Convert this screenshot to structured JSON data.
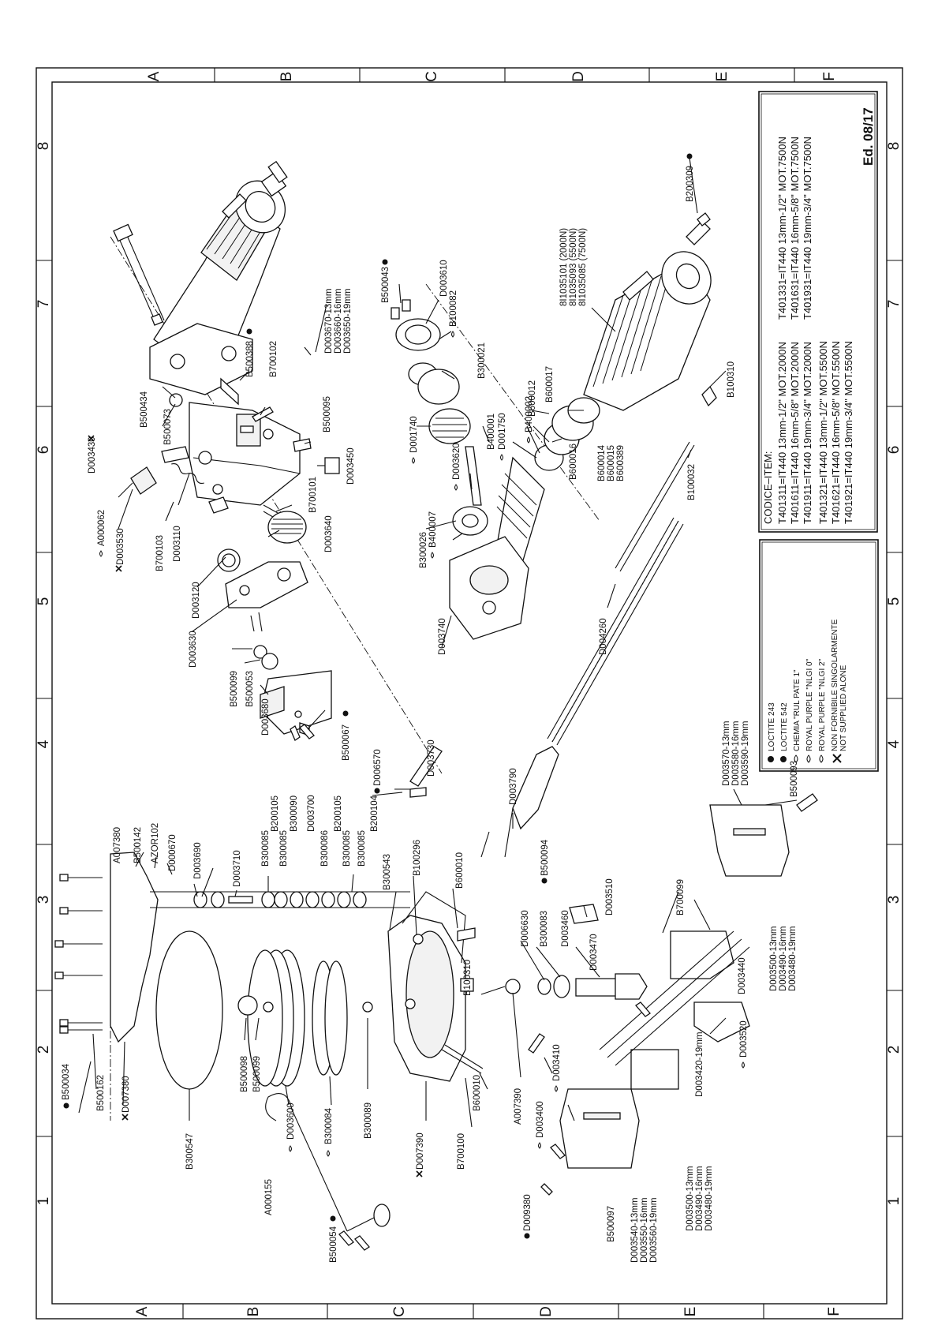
{
  "document": {
    "edition": "Ed. 08/17",
    "grid": {
      "numbers": [
        "1",
        "2",
        "3",
        "4",
        "5",
        "6",
        "7",
        "8"
      ],
      "letters": [
        "A",
        "B",
        "C",
        "D",
        "E",
        "F"
      ]
    }
  },
  "legend": {
    "items": [
      {
        "icon": "dot-icon",
        "text": "LOCTITE 243"
      },
      {
        "icon": "dot-icon",
        "text": "LOCTITE 542"
      },
      {
        "icon": "drop-icon",
        "text": "CHEMIA \"RUL PATE 1\""
      },
      {
        "icon": "drop-icon",
        "text": "ROYAL PURPLE \"NLGI 0\""
      },
      {
        "icon": "drop-icon",
        "text": "ROYAL PURPLE \"NLGI 2\""
      },
      {
        "icon": "cross-icon",
        "text": "NON FORNIBILE SINGOLARMENTE"
      },
      {
        "icon": "",
        "text": "NOT SUPPLIED ALONE"
      }
    ]
  },
  "codes": {
    "header": "CODICE–ITEM:",
    "rows": [
      {
        "a": "T401311=IT440  13mm-1/2\" MOT.2000N",
        "b": "T401331=IT440  13mm-1/2\" MOT.7500N"
      },
      {
        "a": "T401611=IT440  16mm-5/8\" MOT.2000N",
        "b": "T401631=IT440  16mm-5/8\" MOT.7500N"
      },
      {
        "a": "T401911=IT440  19mm-3/4\" MOT.2000N",
        "b": "T401931=IT440  19mm-3/4\" MOT.7500N"
      },
      {
        "a": "T401321=IT440  13mm-1/2\" MOT.5500N",
        "b": ""
      },
      {
        "a": "T401621=IT440  16mm-5/8\" MOT.5500N",
        "b": ""
      },
      {
        "a": "T401921=IT440  19mm-3/4\" MOT.5500N",
        "b": ""
      }
    ]
  },
  "labels": {
    "B500034": "B500034",
    "B500162": "B500162",
    "D007380": "D007380",
    "B300547": "B300547",
    "B500098": "B500098",
    "B500099a": "B500099",
    "D003600": "D003600",
    "B300084": "B300084",
    "B300089": "B300089",
    "D007390": "D007390",
    "B700100": "B700100",
    "B600010a": "B600010",
    "A007390": "A007390",
    "D003410": "D003410",
    "D003400": "D003400",
    "D009380": "D009380",
    "B500097": "B500097",
    "D003540": "D003540-13mm",
    "D003550": "D003550-16mm",
    "D003560": "D003560-19mm",
    "D003500a": "D003500-13mm",
    "D003490a": "D003490-16mm",
    "D003480a": "D003480-19mm",
    "D003420": "D003420-19mm",
    "D003520": "D003520",
    "D003500b": "D003500-13mm",
    "D003490b": "D003490-16mm",
    "D003480b": "D003480-19mm",
    "D003440": "D003440",
    "B700099": "B700099",
    "D003510": "D003510",
    "D003470": "D003470",
    "D003460": "D003460",
    "B300083": "B300083",
    "D006630": "D006630",
    "B100310a": "B100310",
    "B600010b": "B600010",
    "B100296": "B100296",
    "B300543": "B300543",
    "A007380": "A007380",
    "B500142": "B500142",
    "AZOR102": "AZOR102",
    "D000670": "D000670",
    "D003690": "D003690",
    "D003710": "D003710",
    "B300085a": "B300085",
    "B300085b": "B300085",
    "B300086": "B300086",
    "B300085c": "B300085",
    "B200105a": "B200105",
    "B300090": "B300090",
    "D003700": "D003700",
    "B200105b": "B200105",
    "B200104": "B200104",
    "B300085d": "B300085",
    "D003790": "D003790",
    "B500094": "B500094",
    "D006570": "D006570",
    "D003730": "D003730",
    "D003570": "D003570-13mm",
    "D003580": "D003580-16mm",
    "D003590": "D003590-19mm",
    "B500093": "B500093",
    "A000155": "A000155",
    "B500054": "B500054",
    "B500067": "B500067",
    "D003680": "D003680",
    "B500053": "B500053",
    "B500099b": "B500099",
    "D003630": "D003630",
    "D003120": "D003120",
    "B700103": "B700103",
    "D003110": "D003110",
    "D003530": "D003530",
    "A000062": "A000062",
    "D003430": "D003430",
    "B500073": "B500073",
    "B500434": "B500434",
    "B500388": "B500388",
    "B700102": "B700102",
    "D003670": "D003670-13mm",
    "D003660": "D003660-16mm",
    "D003650": "D003650-19mm",
    "B500095": "B500095",
    "D003450": "D003450",
    "B700101": "B700101",
    "D003640": "D003640",
    "D003740": "D003740",
    "B300026": "B300026",
    "B400007": "B400007",
    "D003620": "D003620",
    "D001740": "D001740",
    "B400001": "B400001",
    "D001750": "D001750",
    "B400002": "B400002",
    "B300021": "B300021",
    "B100082": "B100082",
    "D003610": "D003610",
    "B500043": "B500043",
    "B600012": "B600012",
    "B600017": "B600017",
    "B600016": "B600016",
    "B600014": "B600014",
    "B600015": "B600015",
    "B600389": "B600389",
    "D004260": "D004260",
    "B100032": "B100032",
    "B100310b": "B100310",
    "M1": "8I1035101 (2000N)",
    "M2": "8I1035093 (5500N)",
    "M3": "8I1035085 (7500N)",
    "B200309": "B200309"
  }
}
